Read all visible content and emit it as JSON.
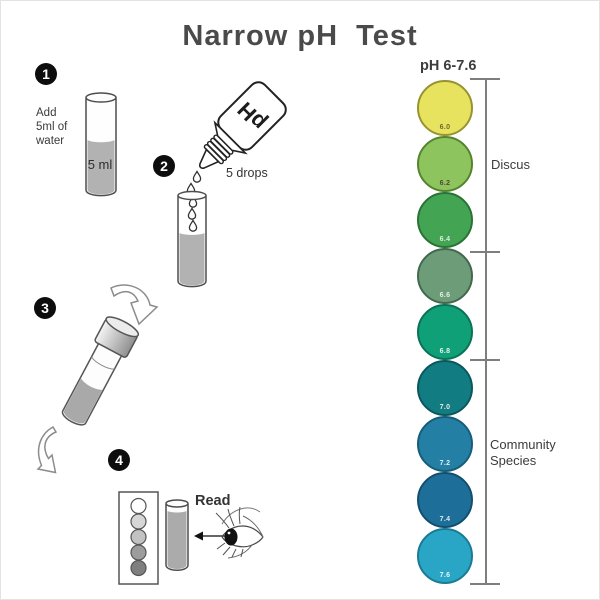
{
  "title": "Narrow pH  Test",
  "steps": {
    "step1": {
      "number": "1",
      "line1": "Add",
      "line2": "5ml of",
      "line3": "water",
      "tube_label": "5 ml"
    },
    "step2": {
      "number": "2",
      "bottle_label": "pH",
      "drops_label": "5 drops"
    },
    "step3": {
      "number": "3"
    },
    "step4": {
      "number": "4",
      "read_label": "Read"
    }
  },
  "scale": {
    "header": "pH 6-7.6",
    "groups": [
      {
        "label": "Discus"
      },
      {
        "label": "Community Species"
      }
    ]
  },
  "step4_card": {
    "swatches": [
      "#ffffff",
      "#d6d6d6",
      "#c2c2c2",
      "#9c9c9c",
      "#7f7f7f"
    ]
  },
  "chart_data": {
    "type": "color-scale",
    "title": "pH 6-7.6",
    "categories": [
      "6.0",
      "6.2",
      "6.4",
      "6.6",
      "6.8",
      "7.0",
      "7.2",
      "7.4",
      "7.6"
    ],
    "values": [
      6.0,
      6.2,
      6.4,
      6.6,
      6.8,
      7.0,
      7.2,
      7.4,
      7.6
    ],
    "colors": [
      "#e7e35f",
      "#8ec45d",
      "#43a553",
      "#6d9d78",
      "#10a077",
      "#117c81",
      "#2380a4",
      "#1d6f99",
      "#29a6c6"
    ],
    "border_colors": [
      "#97932f",
      "#55842f",
      "#2a7236",
      "#44684d",
      "#0b7257",
      "#0b585c",
      "#175d7a",
      "#134e6e",
      "#1a7b94"
    ],
    "label_colors": [
      "#6e6a2e",
      "#564736",
      "#ddeedd",
      "#e3ece5",
      "#e8f2ec",
      "#efe6e2",
      "#e4eef2",
      "#dce9f0",
      "#e6f4f7"
    ],
    "groups": [
      {
        "label": "Discus",
        "from": 6.0,
        "to": 6.4
      },
      {
        "label": "Community Species",
        "from": 7.0,
        "to": 7.6
      }
    ]
  },
  "colors": {
    "liquid": "#b2b2b2",
    "outline": "#4d4d4d",
    "badge": "#0d0d0d",
    "bracket": "#7e7e7e",
    "title_text": "#4a4a4a"
  }
}
